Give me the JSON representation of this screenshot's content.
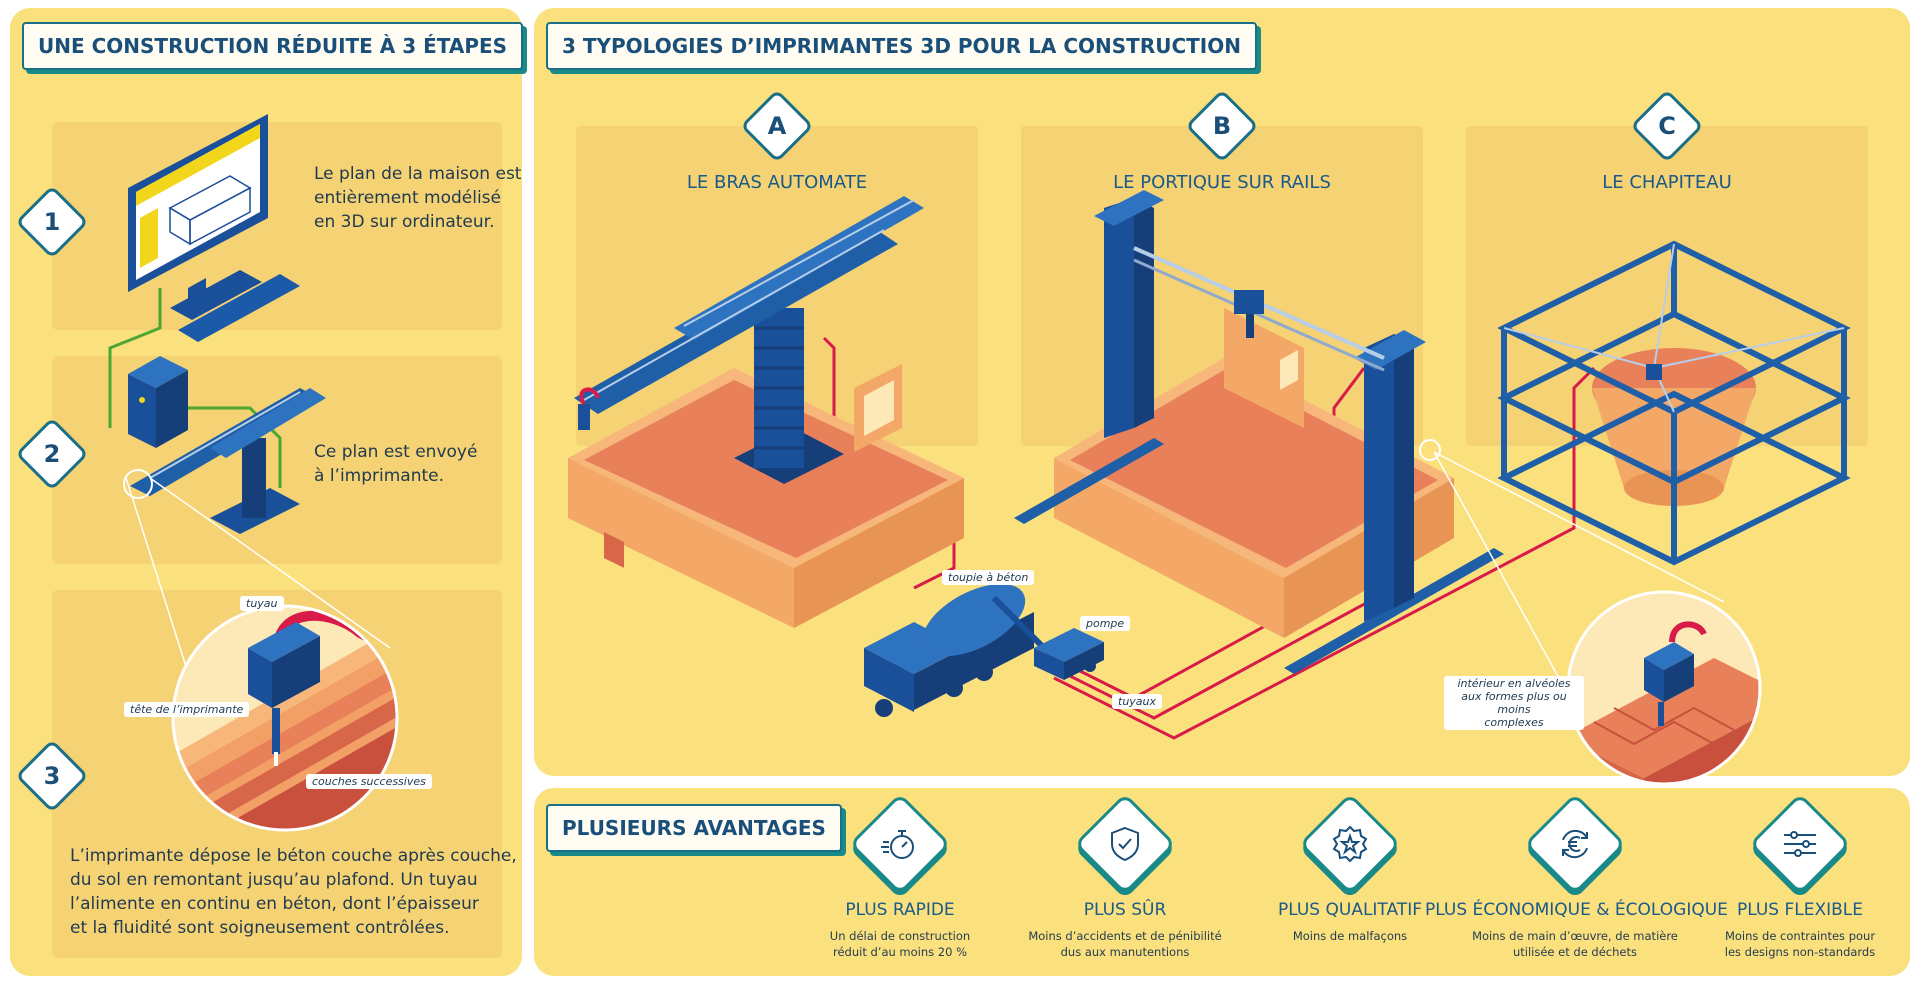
{
  "left": {
    "title": "UNE CONSTRUCTION RÉDUITE À 3 ÉTAPES",
    "steps": [
      {
        "num": "1",
        "text_lines": [
          "Le plan de la maison est",
          "entièrement modélisé",
          "en 3D sur ordinateur."
        ]
      },
      {
        "num": "2",
        "text_lines": [
          "Ce plan est envoyé",
          "à l’imprimante."
        ]
      },
      {
        "num": "3",
        "text_lines": [
          "L’imprimante dépose le béton couche après couche,",
          "du sol en remontant jusqu’au plafond. Un tuyau",
          "l’alimente en continu en béton, dont l’épaisseur",
          "et la fluidité sont soigneusement contrôlées."
        ]
      }
    ],
    "callouts": {
      "tuyau": "tuyau",
      "tete": "tête de l’imprimante",
      "couches": "couches successives"
    }
  },
  "types": {
    "title": "3 TYPOLOGIES D’IMPRIMANTES 3D POUR LA CONSTRUCTION",
    "items": [
      {
        "letter": "A",
        "name": "LE BRAS AUTOMATE"
      },
      {
        "letter": "B",
        "name": "LE PORTIQUE SUR RAILS"
      },
      {
        "letter": "C",
        "name": "LE CHAPITEAU"
      }
    ],
    "callouts": {
      "toupie": "toupie à béton",
      "pompe": "pompe",
      "tuyaux": "tuyaux",
      "alveoles_lines": [
        "intérieur en alvéoles",
        "aux formes plus ou moins",
        "complexes"
      ]
    }
  },
  "advantages": {
    "title": "PLUSIEURS AVANTAGES",
    "items": [
      {
        "title": "PLUS RAPIDE",
        "desc_lines": [
          "Un délai de construction",
          "réduit d’au moins 20 %"
        ],
        "icon": "stopwatch-icon"
      },
      {
        "title": "PLUS SÛR",
        "desc_lines": [
          "Moins d’accidents et de pénibilité",
          "dus aux manutentions"
        ],
        "icon": "shield-check-icon"
      },
      {
        "title": "PLUS QUALITATIF",
        "desc_lines": [
          "Moins de malfaçons"
        ],
        "icon": "quality-badge-icon"
      },
      {
        "title": "PLUS ÉCONOMIQUE & ÉCOLOGIQUE",
        "desc_lines": [
          "Moins de main d’œuvre, de matière",
          "utilisée et de déchets"
        ],
        "icon": "euro-cycle-icon"
      },
      {
        "title": "PLUS FLEXIBLE",
        "desc_lines": [
          "Moins de contraintes pour",
          "les designs non-standards"
        ],
        "icon": "sliders-icon"
      }
    ]
  },
  "colors": {
    "panel": "#fbe07e",
    "card": "#f5d273",
    "primary_blue": "#1a4f7a",
    "machine_blue": "#1f5fa8",
    "teal": "#1a8a88",
    "pipe_red": "#d81b48",
    "wall_orange": "#f4a868",
    "wire_green": "#4aa832"
  }
}
